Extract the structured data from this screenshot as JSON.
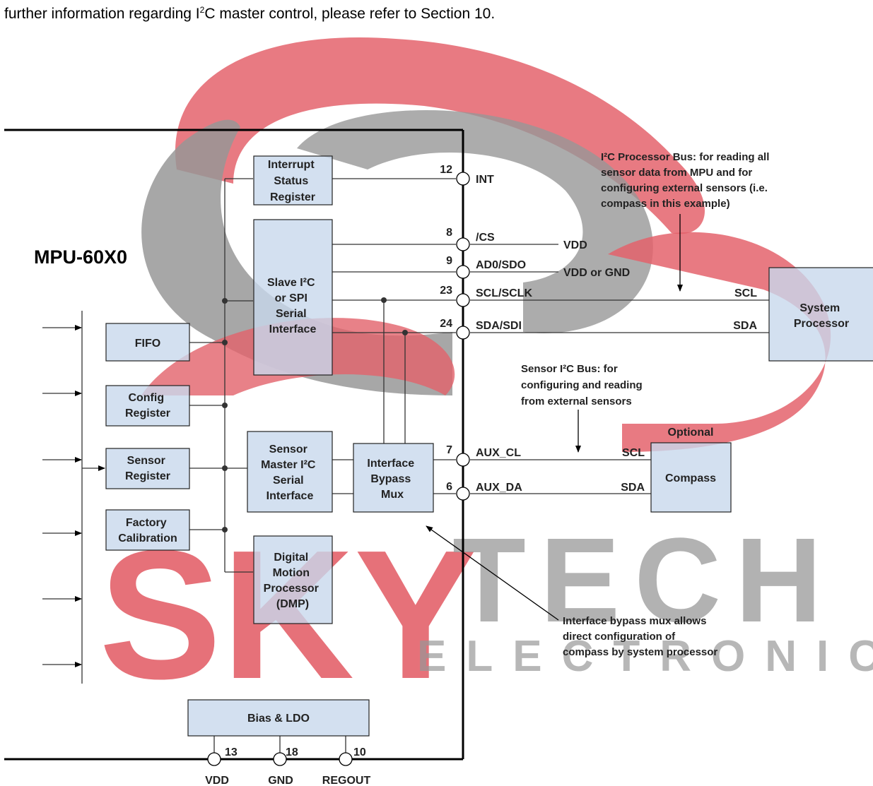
{
  "intro": {
    "before": "further information regarding I",
    "sup": "2",
    "after": "C master control, please refer to Section 10."
  },
  "chip_name": "MPU-60X0",
  "blocks": {
    "interrupt_status": [
      "Interrupt",
      "Status",
      "Register"
    ],
    "slave_if": [
      "Slave I²C",
      "or SPI",
      "Serial",
      "Interface"
    ],
    "fifo": [
      "FIFO"
    ],
    "config_reg": [
      "Config",
      "Register"
    ],
    "sensor_reg": [
      "Sensor",
      "Register"
    ],
    "factory_cal": [
      "Factory",
      "Calibration"
    ],
    "sensor_master": [
      "Sensor",
      "Master I²C",
      "Serial",
      "Interface"
    ],
    "bypass_mux": [
      "Interface",
      "Bypass",
      "Mux"
    ],
    "dmp": [
      "Digital",
      "Motion",
      "Processor",
      "(DMP)"
    ],
    "bias_ldo": [
      "Bias & LDO"
    ],
    "system_processor": [
      "System",
      "Processor"
    ],
    "compass": [
      "Compass"
    ]
  },
  "pins": {
    "int": {
      "num": "12",
      "name": "INT"
    },
    "cs": {
      "num": "8",
      "name": "/CS"
    },
    "ad0": {
      "num": "9",
      "name": "AD0/SDO"
    },
    "scl": {
      "num": "23",
      "name": "SCL/SCLK"
    },
    "sda": {
      "num": "24",
      "name": "SDA/SDI"
    },
    "aux_cl": {
      "num": "7",
      "name": "AUX_CL"
    },
    "aux_da": {
      "num": "6",
      "name": "AUX_DA"
    },
    "vdd": {
      "num": "13",
      "name": "VDD"
    },
    "gnd": {
      "num": "18",
      "name": "GND"
    },
    "regout": {
      "num": "10",
      "name": "REGOUT"
    }
  },
  "net_labels": {
    "vdd": "VDD",
    "vdd_or_gnd": "VDD or GND",
    "scl_sys": "SCL",
    "sda_sys": "SDA",
    "scl_compass": "SCL",
    "sda_compass": "SDA",
    "optional": "Optional"
  },
  "annotations": {
    "processor_bus": [
      "I²C Processor Bus: for reading all",
      "sensor data from MPU and for",
      "configuring external sensors (i.e.",
      "compass in this example)"
    ],
    "sensor_bus": [
      "Sensor I²C Bus: for",
      "configuring and reading",
      "from external sensors"
    ],
    "bypass_note": [
      "Interface bypass mux allows",
      "direct configuration of",
      "compass by system processor"
    ]
  },
  "watermark": {
    "sky": "SKY",
    "tech": "TECH",
    "electronic": "ELECTRONIC"
  },
  "colors": {
    "block_fill": "#c8d8ec",
    "block_stroke": "#222222",
    "watermark_red": "#e0505a",
    "watermark_gray": "#8c8c8c"
  }
}
